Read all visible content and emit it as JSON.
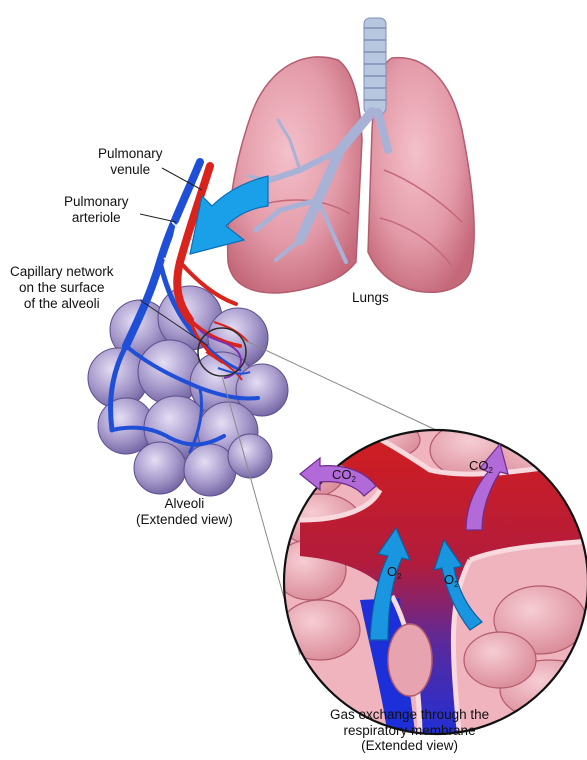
{
  "labels": {
    "pulmonary_venule": [
      "Pulmonary",
      "venule"
    ],
    "pulmonary_arteriole": [
      "Pulmonary",
      "arteriole"
    ],
    "capillary_network": [
      "Capillary network",
      "on the surface",
      "of the alveoli"
    ],
    "lungs": "Lungs",
    "alveoli": [
      "Alveoli",
      "(Extended view)"
    ],
    "gas_exchange": [
      "Gas exchange through the",
      "respiratory membrane",
      "(Extended view)"
    ]
  },
  "gases": {
    "co2_base": "CO",
    "co2_sub": "2",
    "o2_base": "O",
    "o2_sub": "2"
  },
  "colors": {
    "lung": "#e39aa8",
    "lung_dark": "#c96f80",
    "trachea": "#b8c7e0",
    "alveoli": "#9c8fc4",
    "vein": "#1f4fd6",
    "artery": "#d9231c",
    "flow_arrow": "#1aa0e8",
    "co2_arrow": "#b26ad8",
    "o2_arrow": "#1a95e0"
  }
}
